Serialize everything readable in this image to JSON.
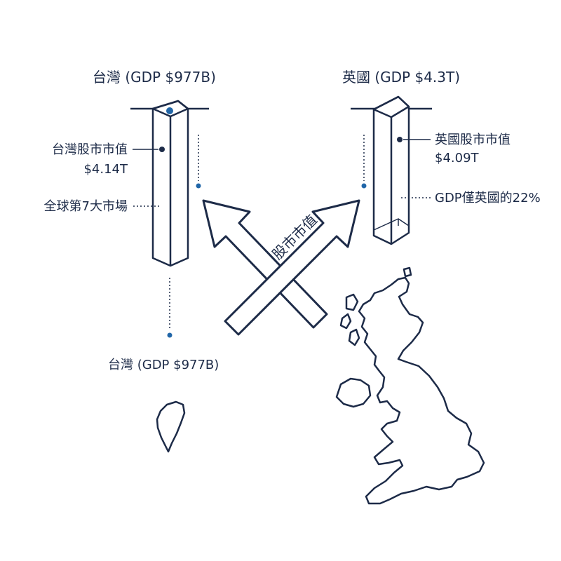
{
  "colors": {
    "ink": "#1d2b48",
    "dot": "#2166a8",
    "background": "#ffffff"
  },
  "taiwan": {
    "title": "台灣 (GDP $977B)",
    "market_cap_label": "台灣股市市值",
    "market_cap_value": "$4.14T",
    "rank_label": "全球第7大市場",
    "map_label": "台灣 (GDP $977B)"
  },
  "uk": {
    "title": "英國 (GDP $4.3T)",
    "market_cap_label": "英國股市市值",
    "market_cap_value": "$4.09T",
    "gdp_note": "GDP僅英國的22%"
  },
  "arrows": {
    "label": "股市市值"
  },
  "icons": {
    "taiwan_map": "taiwan-map-icon",
    "uk_map": "uk-map-icon"
  }
}
